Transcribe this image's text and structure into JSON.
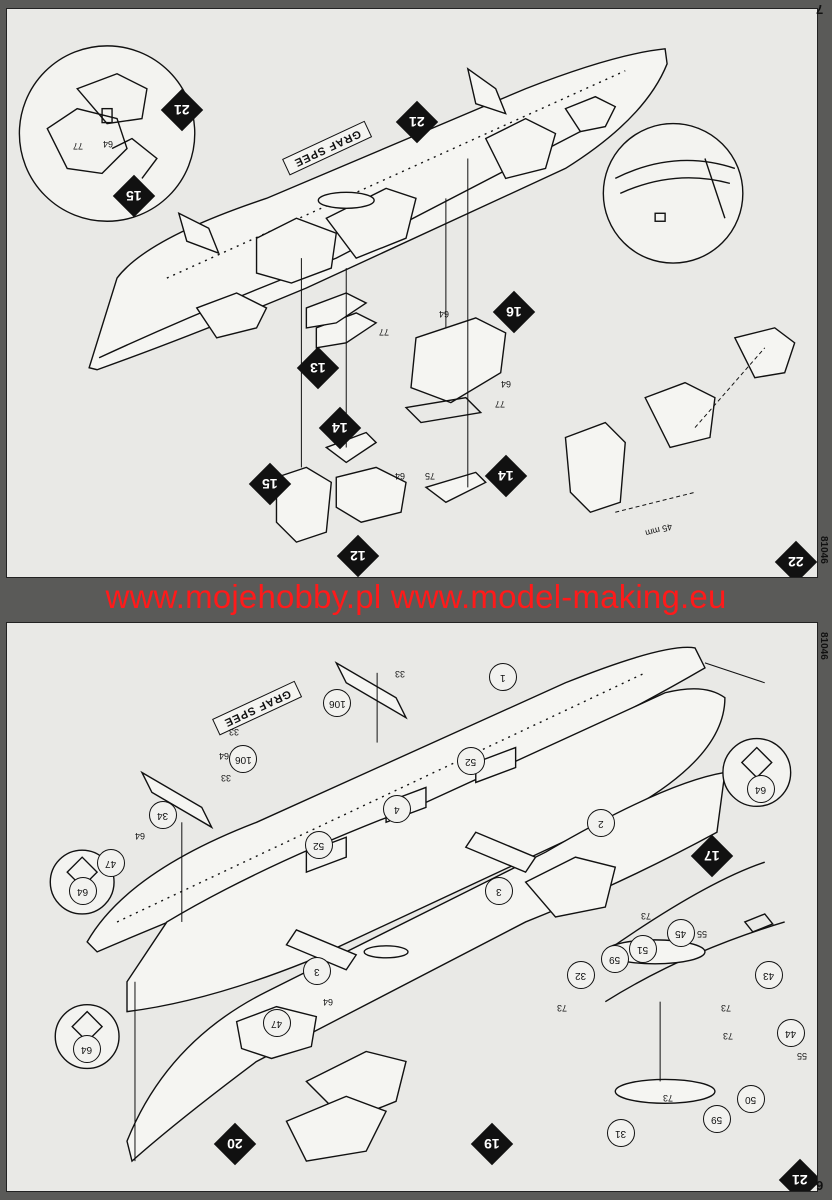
{
  "watermark": "www.mojehobby.pl www.model-making.eu",
  "top_page": {
    "page_number": "7",
    "catalog_number": "81046",
    "step_badges": [
      "21",
      "15",
      "21",
      "16",
      "13",
      "14",
      "15",
      "12",
      "14",
      "22"
    ],
    "nameplate": "GRAF SPEE",
    "part_labels": [
      "77",
      "64",
      "77",
      "64",
      "64",
      "77",
      "75",
      "64"
    ],
    "measurement": "45 mm"
  },
  "bottom_page": {
    "page_number": "6",
    "catalog_number": "81046",
    "step_badges": [
      "17",
      "20",
      "19",
      "21"
    ],
    "nameplate": "GRAF SPEE",
    "part_circles": [
      "1",
      "106",
      "106",
      "34",
      "4",
      "52",
      "52",
      "3",
      "3",
      "2",
      "47",
      "47",
      "64",
      "64",
      "64",
      "45",
      "51",
      "59",
      "32",
      "44",
      "50",
      "59",
      "31",
      "43"
    ],
    "part_labels": [
      "33",
      "33",
      "33",
      "64",
      "64",
      "64",
      "73",
      "73",
      "73",
      "73",
      "73",
      "55",
      "55"
    ]
  }
}
